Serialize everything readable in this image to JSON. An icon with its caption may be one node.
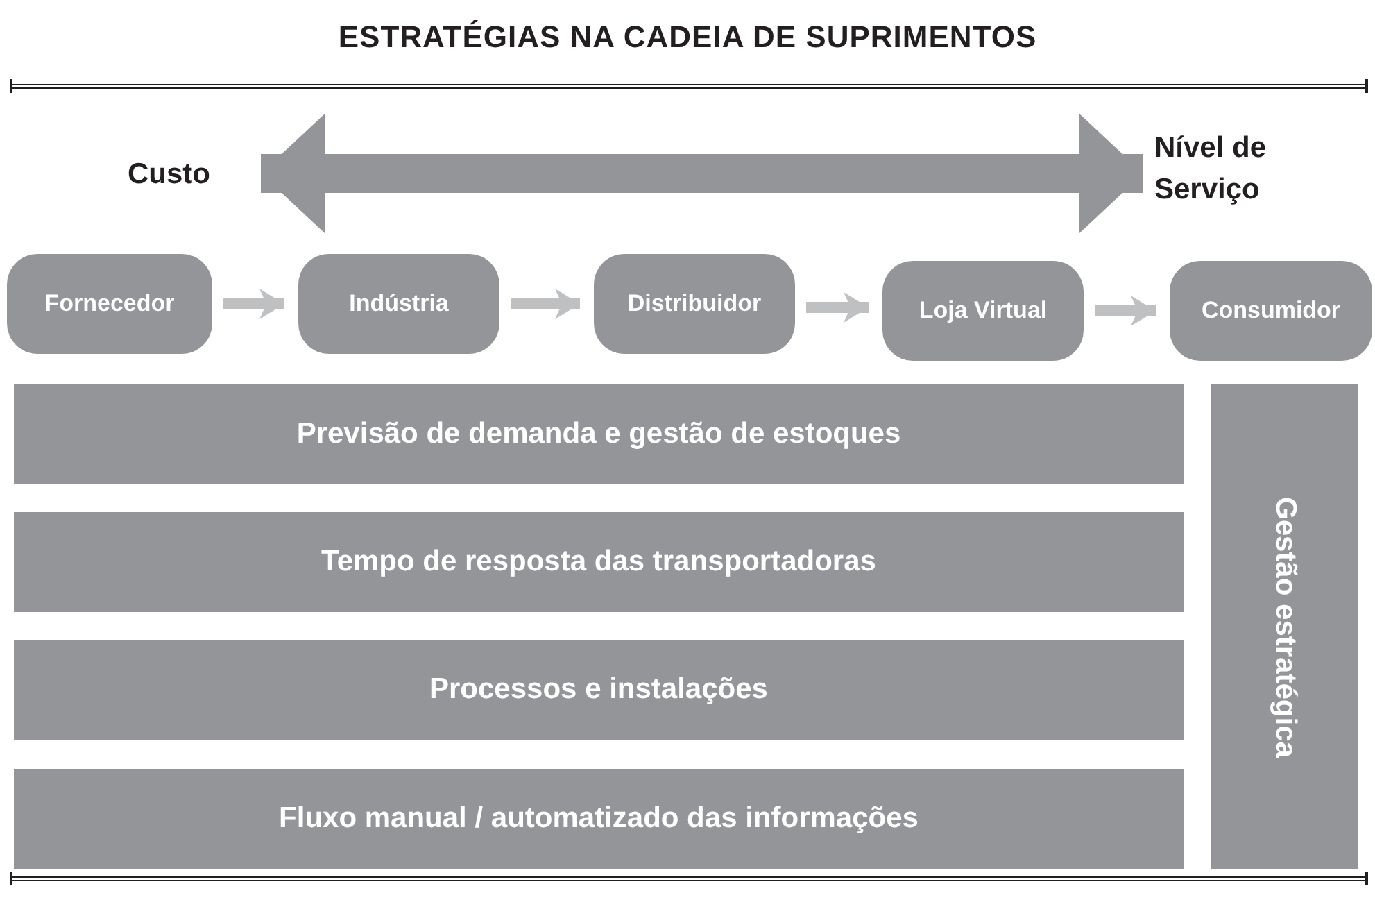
{
  "diagram": {
    "title": "ESTRATÉGIAS NA CADEIA DE SUPRIMENTOS",
    "nodes": [
      {
        "text": [
          "Custo"
        ]
      },
      {
        "text": [
          "Nível de Serviço"
        ]
      },
      {
        "text": [
          "Fornecedor"
        ]
      },
      {
        "text": [
          "Indústria"
        ]
      },
      {
        "text": [
          "Distribuidor"
        ]
      },
      {
        "text": [
          "Loja Virtual"
        ]
      },
      {
        "text": [
          "Consumidor"
        ]
      },
      {
        "text": [
          "Previsão de demanda e gestão de estoques"
        ]
      },
      {
        "text": [
          "Tempo de resposta das transportadoras"
        ]
      },
      {
        "text": [
          "Processos e instalações"
        ]
      },
      {
        "text": [
          "Fluxo manual / automatizado das informações"
        ]
      },
      {
        "text": [
          "Gestão estratégica"
        ]
      }
    ],
    "edges": [
      {
        "from": 0,
        "to": 1,
        "arrow": "both",
        "style": "thick",
        "color": "#939598"
      },
      {
        "from": 2,
        "to": 3,
        "arrow": "to"
      },
      {
        "from": 3,
        "to": 4,
        "arrow": "to"
      },
      {
        "from": 4,
        "to": 5,
        "arrow": "to"
      },
      {
        "from": 5,
        "to": 6,
        "arrow": "to"
      }
    ]
  }
}
